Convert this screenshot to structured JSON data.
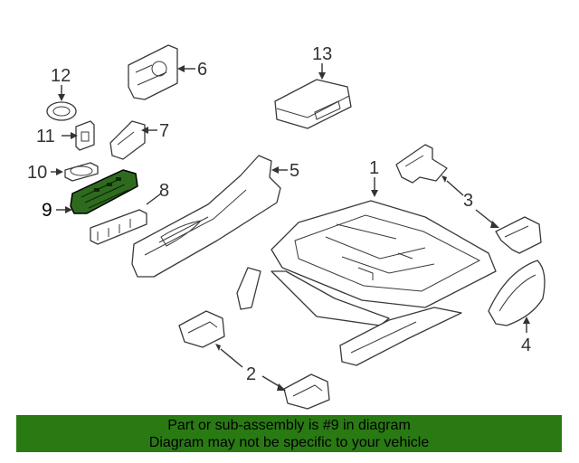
{
  "callouts": {
    "c1": "1",
    "c2": "2",
    "c3": "3",
    "c4": "4",
    "c5": "5",
    "c6": "6",
    "c7": "7",
    "c8": "8",
    "c9": "9",
    "c10": "10",
    "c11": "11",
    "c12": "12",
    "c13": "13"
  },
  "highlight": {
    "callout": "9",
    "color": "#2f6b1f"
  },
  "banner": {
    "line1": "Part or sub-assembly is #9 in diagram",
    "line2": "Diagram may not be specific to your vehicle",
    "background": "#2a7a14"
  }
}
